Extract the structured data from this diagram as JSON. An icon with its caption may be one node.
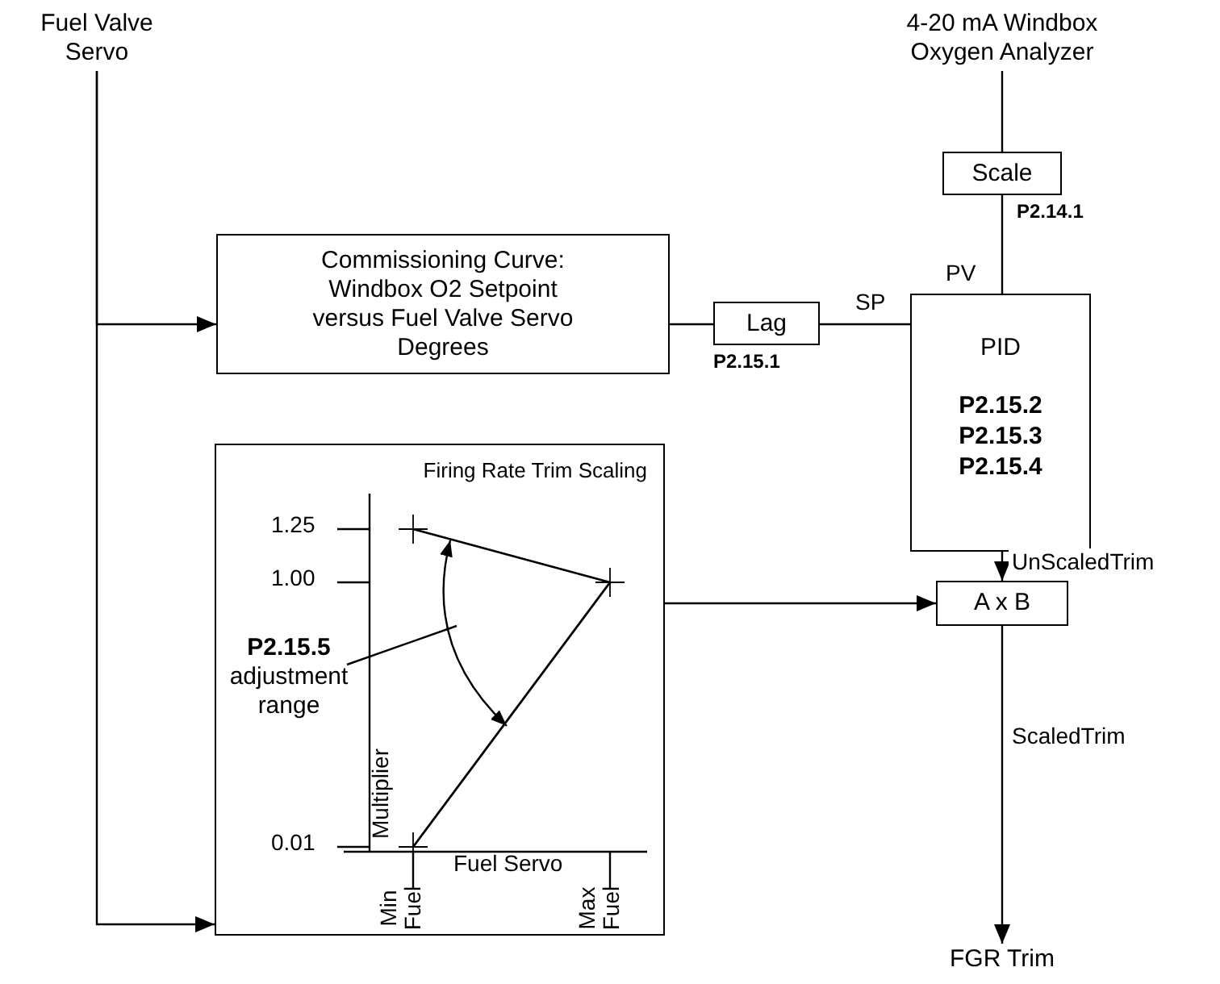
{
  "diagram": {
    "nodes": [
      {
        "text": [
          "Fuel Valve Servo"
        ]
      },
      {
        "text": [
          "4-20 mA Windbox Oxygen Analyzer"
        ]
      },
      {
        "text": [
          "Scale"
        ],
        "beside": [
          "P2.14.1"
        ]
      },
      {
        "text": [
          "Commissioning Curve: Windbox O2 Setpoint versus Fuel Valve Servo Degrees"
        ]
      },
      {
        "text": [
          "Lag"
        ],
        "beside": [
          "P2.15.1"
        ]
      },
      {
        "text": [
          "PID",
          "P2.15.2",
          "P2.15.3",
          "P2.15.4"
        ]
      },
      {
        "text": [
          "Firing Rate Trim Scaling"
        ]
      },
      {
        "text": [
          "P2.15.5",
          "adjustment range"
        ],
        "in": 6
      },
      {
        "text": [
          "A x B"
        ]
      },
      {
        "text": [
          "FGR Trim"
        ]
      }
    ],
    "edges": [
      {
        "from": 0,
        "to": 3,
        "arrow": "to"
      },
      {
        "from": 0,
        "to": 6,
        "arrow": "to"
      },
      {
        "from": 1,
        "to": 2,
        "arrow": "none"
      },
      {
        "from": 2,
        "to": 5,
        "arrow": "none"
      },
      {
        "from": 3,
        "to": 4,
        "arrow": "none"
      },
      {
        "from": 4,
        "to": 5,
        "arrow": "none"
      },
      {
        "from": 5,
        "to": 8,
        "arrow": "to",
        "label": "UnScaledTrim"
      },
      {
        "from": 6,
        "to": 8,
        "arrow": "to"
      },
      {
        "from": 8,
        "to": 9,
        "arrow": "to",
        "label": "ScaledTrim"
      },
      {
        "from": 7,
        "to": null,
        "arrow": "none"
      }
    ],
    "labels": [
      "PV",
      "SP",
      "1.25",
      "1.00",
      "0.01",
      "Multiplier",
      "Fuel Servo",
      "Min Fuel",
      "Max Fuel"
    ]
  }
}
